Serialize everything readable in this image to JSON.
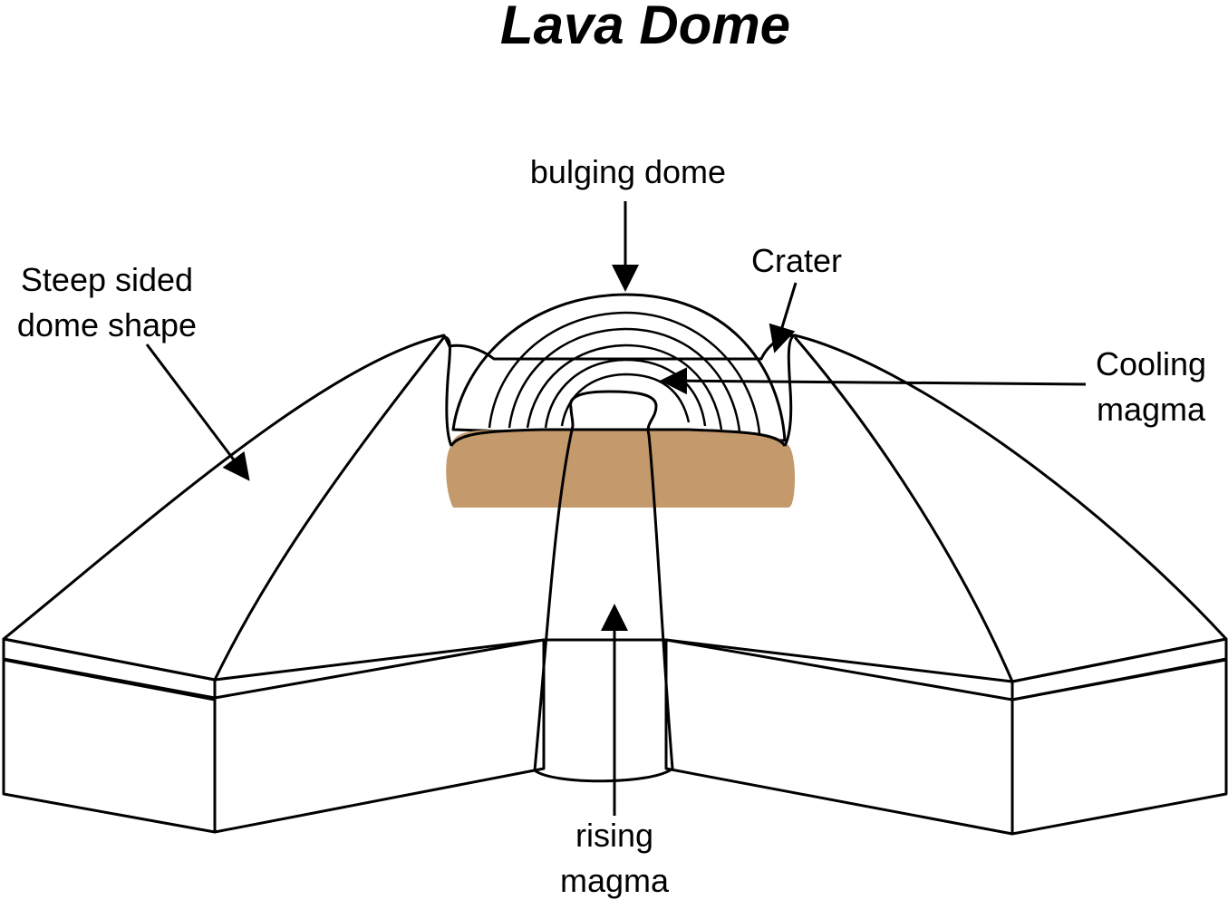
{
  "title": "Lava Dome",
  "labels": {
    "bulging_dome": "bulging dome",
    "crater": "Crater",
    "steep_line1": "Steep sided",
    "steep_line2": "dome shape",
    "cooling_line1": "Cooling",
    "cooling_line2": "magma",
    "rising_line1": "rising",
    "rising_line2": "magma"
  },
  "colors": {
    "surface": "#C4996C",
    "dome": "#A67C52",
    "soil": "#603813",
    "magma_hot": "#BE1E2D",
    "magma_warm": "#F7941D",
    "magma_cool": "#FDD9A8",
    "magma_top": "#C87450"
  }
}
